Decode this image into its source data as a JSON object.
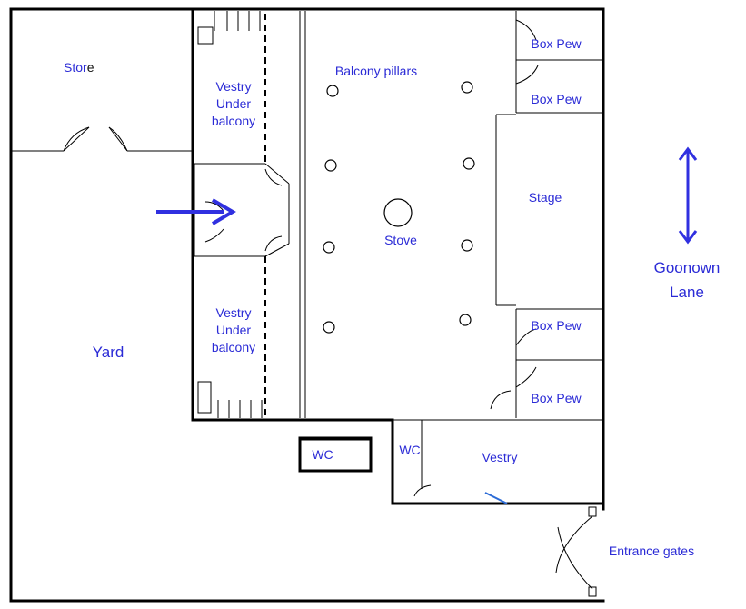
{
  "labels": {
    "store": "Stor",
    "store_suffix": "e",
    "vestry_top_1": "Vestry",
    "vestry_top_2": "Under",
    "vestry_top_3": "balcony",
    "balcony_pillars": "Balcony pillars",
    "box_pew": "Box Pew",
    "stage": "Stage",
    "stove": "Stove",
    "goonown_1": "Goonown",
    "goonown_2": "Lane",
    "vestry_bottom_1": "Vestry",
    "vestry_bottom_2": "Under",
    "vestry_bottom_3": "balcony",
    "yard": "Yard",
    "wc": "WC",
    "vestry": "Vestry",
    "entrance_gates": "Entrance gates"
  },
  "colors": {
    "label": "#2b2bd6",
    "arrow": "#3030e0",
    "wall": "#000000"
  },
  "icons": {
    "entry_arrow": "arrow-right-icon",
    "lane_arrow": "double-arrow-vertical-icon",
    "pillar": "circle-icon"
  }
}
